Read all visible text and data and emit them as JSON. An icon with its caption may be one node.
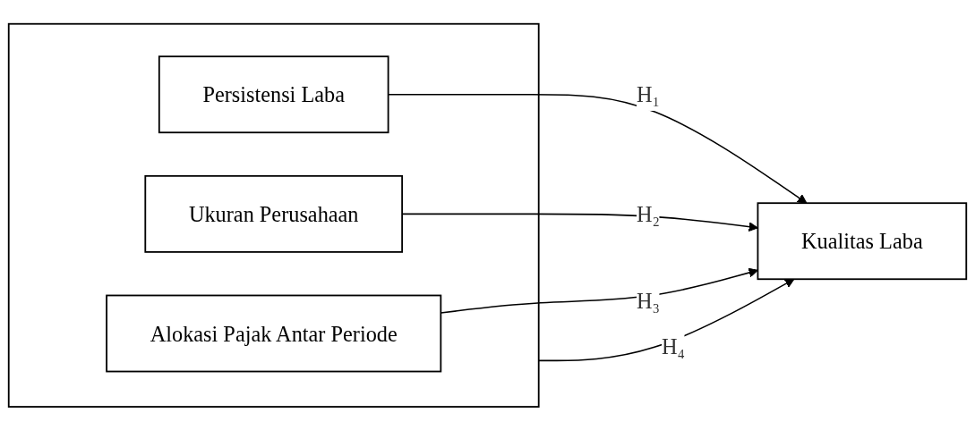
{
  "diagram": {
    "nodes": [
      {
        "text": [],
        "shape": "box"
      },
      {
        "text": [
          "Persistensi Laba"
        ],
        "in": 0
      },
      {
        "text": [
          "Ukuran Perusahaan"
        ],
        "in": 0
      },
      {
        "text": [
          "Alokasi Pajak Antar Periode"
        ],
        "in": 0
      },
      {
        "text": [
          "Kualitas Laba"
        ]
      }
    ],
    "edges": [
      {
        "from": 1,
        "to": 4,
        "arrow": "to",
        "label": "H₁"
      },
      {
        "from": 2,
        "to": 4,
        "arrow": "to",
        "label": "H₂"
      },
      {
        "from": 3,
        "to": 4,
        "arrow": "to",
        "label": "H₃"
      },
      {
        "from": 0,
        "to": 4,
        "arrow": "to",
        "label": "H₄"
      }
    ]
  }
}
